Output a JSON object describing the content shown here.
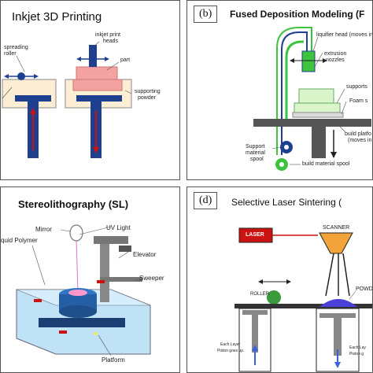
{
  "panel_a": {
    "title": "Inkjet 3D Printing",
    "labels": {
      "spreading": "spreading",
      "roller": "roller",
      "inkjet": "inkjet print",
      "heads": "heads",
      "part": "part",
      "supporting": "supporting",
      "powder": "powder"
    }
  },
  "panel_b": {
    "tag": "(b)",
    "title": "Fused Deposition Modeling (F",
    "labels": {
      "liquifier": "liquifier head (moves in X and",
      "extrusion": "extrusion",
      "nozzles": "nozzles",
      "supports": "supports",
      "foam": "Foam s",
      "build_platform": "build platfo",
      "moves_in": "(moves in",
      "support": "Support",
      "material": "material",
      "spool": "spool",
      "build_material_spool": "build material spool"
    }
  },
  "panel_c": {
    "title": "Stereolithography (SL)",
    "labels": {
      "mirror": "Mirror",
      "uv": "UV Light",
      "liquid": "quid Polymer",
      "elevator": "Elevator",
      "sweeper": "Sweeper",
      "platform": "Platform"
    }
  },
  "panel_d": {
    "tag": "(d)",
    "title": "Selective Laser Sintering (",
    "labels": {
      "laser": "LASER",
      "scanner": "SCANNER",
      "powder": "POWDE",
      "roller": "ROLLER",
      "each_layer": "Each Layer",
      "piston_goes": "Piston goes up.",
      "each_layer2": "Each Lay",
      "piston2": "Piston g"
    }
  },
  "colors": {
    "accent_red": "#cc1111",
    "build_blue": "#1f3f8f",
    "pink_part": "#f4a3a3",
    "powder_cream": "#fbeed3",
    "fdm_green": "#3ec33e"
  }
}
